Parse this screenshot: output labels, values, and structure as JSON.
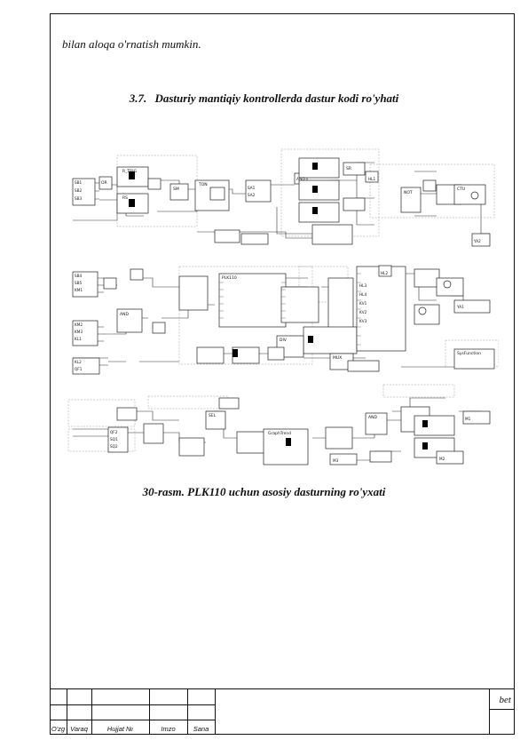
{
  "intro_text": "bilan aloqa o'rnatish mumkin.",
  "section": {
    "number": "3.7.",
    "title": "Dasturiy mantiqiy kontrollerda dastur kodi ro'yhati"
  },
  "figure_caption": "30-rasm. PLK110 uchun asosiy dasturning ro'yxati",
  "stamp": {
    "bet_label": "bet",
    "cols": [
      "O'zg",
      "Varaq",
      "Hujjat №",
      "Imzo",
      "Sana"
    ]
  },
  "diagram": {
    "labels": {
      "sm": "SM",
      "and": "AND",
      "or": "OR",
      "not": "NOT",
      "mux": "MUX",
      "div": "DIV",
      "ton": "TON",
      "trig": "R_TRIG",
      "rs": "RS",
      "sr": "SR",
      "ctu": "CTU",
      "fb_main": "PLK110",
      "fb_trend": "GraphTrend",
      "fb_sys": "SysFunction",
      "fb_sel": "SEL"
    },
    "inputs": [
      "SB1",
      "SB2",
      "SB3",
      "SB4",
      "SB5",
      "KM1",
      "KM2",
      "KM3",
      "KL1",
      "KL2",
      "QF1",
      "QF2",
      "SQ1",
      "SQ2",
      "SA1",
      "SA2"
    ],
    "outputs": [
      "HL1",
      "HL2",
      "HL3",
      "HL4",
      "KV1",
      "KV2",
      "KV3",
      "YA1",
      "YA2",
      "M1",
      "M2",
      "M3"
    ]
  }
}
